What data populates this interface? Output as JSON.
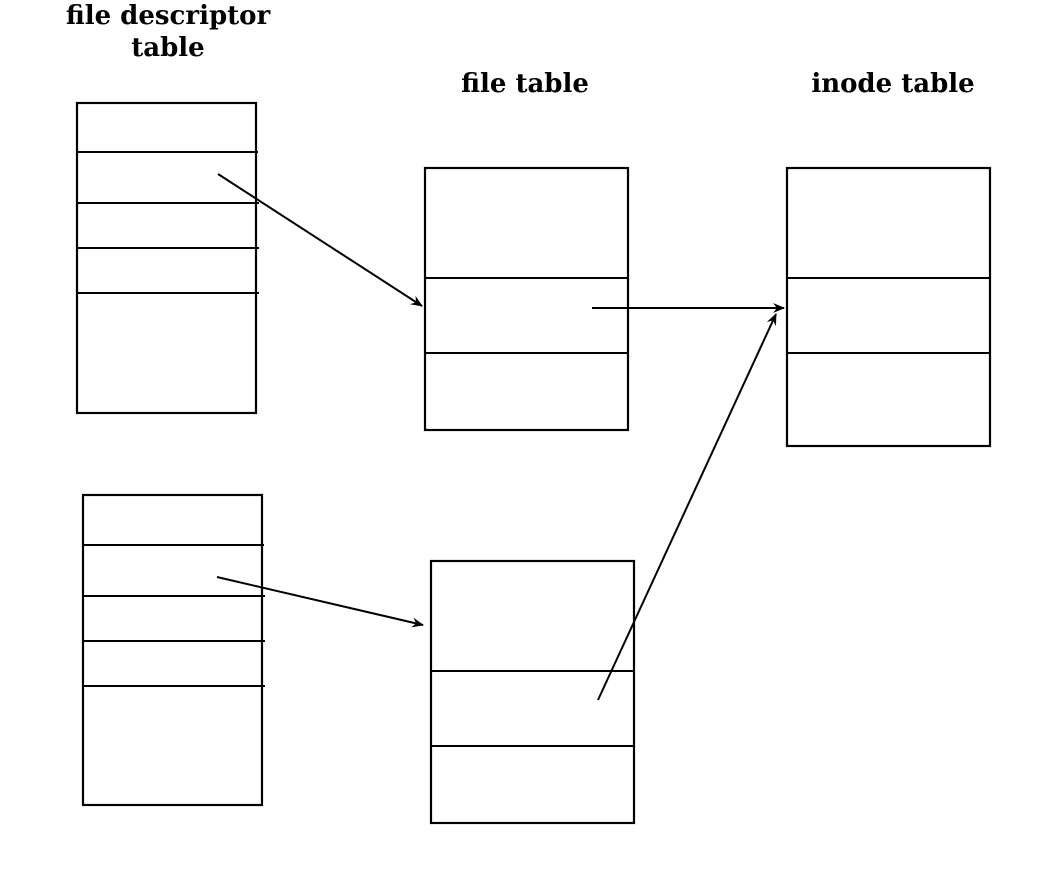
{
  "labels": {
    "fd_table_line1": "file descriptor",
    "fd_table_line2": "table",
    "file_table": "file table",
    "inode_table": "inode table"
  },
  "colors": {
    "ink": "#000000",
    "background": "#ffffff"
  },
  "structures": {
    "fd_table_top": {
      "entries": 4
    },
    "fd_table_bottom": {
      "entries": 4
    },
    "file_table_top": {
      "entries": 3
    },
    "file_table_bottom": {
      "entries": 3
    },
    "inode_table": {
      "entries": 3
    }
  },
  "arrows": [
    {
      "from": "fd-table-top entry 2",
      "to": "file-table-top entry 2"
    },
    {
      "from": "file-table-top entry 2",
      "to": "inode-table entry 2"
    },
    {
      "from": "fd-table-bottom entry 2",
      "to": "file-table-bottom entry 1"
    },
    {
      "from": "file-table-bottom entry 2",
      "to": "inode-table entry 2"
    }
  ]
}
